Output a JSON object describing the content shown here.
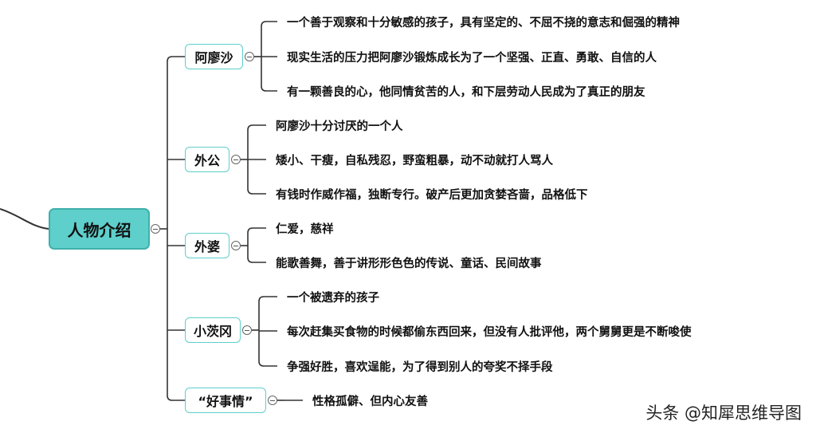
{
  "root": "人物介绍",
  "branches": [
    {
      "label": "阿廖沙",
      "items": [
        "一个善于观察和十分敏感的孩子，具有坚定的、不屈不挠的意志和倔强的精神",
        "现实生活的压力把阿廖沙锻炼成长为了一个坚强、正直、勇敢、自信的人",
        "有一颗善良的心，他同情贫苦的人，和下层劳动人民成为了真正的朋友"
      ]
    },
    {
      "label": "外公",
      "items": [
        "阿廖沙十分讨厌的一个人",
        "矮小、干瘦，自私残忍，野蛮粗暴，动不动就打人骂人",
        "有钱时作威作福，独断专行。破产后更加贪婪吝啬，品格低下"
      ]
    },
    {
      "label": "外婆",
      "items": [
        "仁爱，慈祥",
        "能歌善舞，善于讲形形色色的传说、童话、民间故事"
      ]
    },
    {
      "label": "小茨冈",
      "items": [
        "一个被遗弃的孩子",
        "每次赶集买食物的时候都偷东西回来，但没有人批评他，两个舅舅更是不断唆使",
        "争强好胜，喜欢逞能，为了得到别人的夸奖不择手段"
      ]
    },
    {
      "label": "“好事情”",
      "items": [
        "性格孤僻、但内心友善"
      ]
    }
  ],
  "watermark": "头条 @知犀思维导图"
}
